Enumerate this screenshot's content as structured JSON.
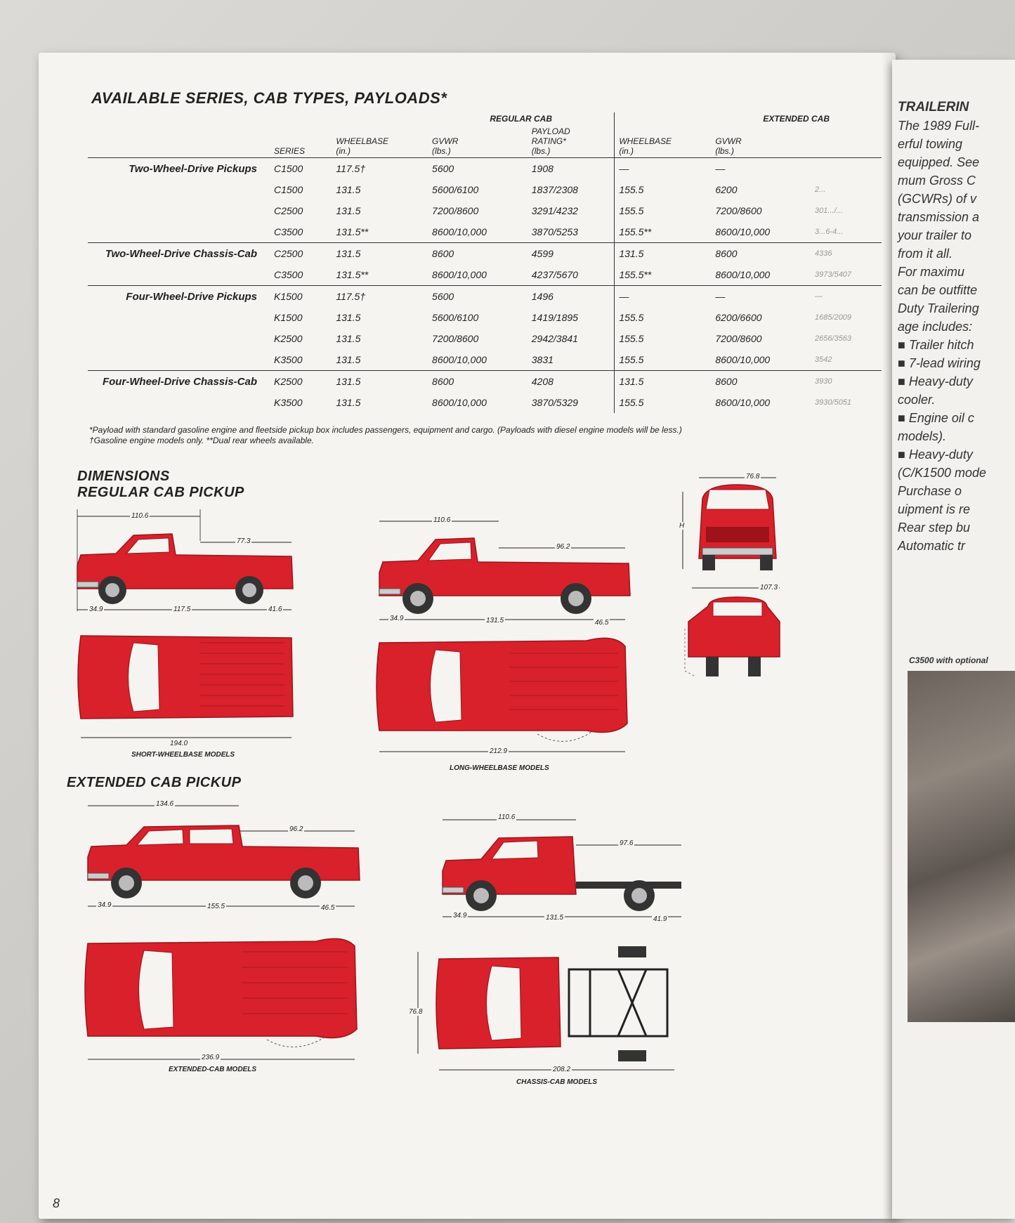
{
  "section_title": "AVAILABLE SERIES, CAB TYPES, PAYLOADS*",
  "headers": {
    "regular_cab": "REGULAR CAB",
    "extended_cab": "EXTENDED CAB",
    "series": "SERIES",
    "wheelbase": "WHEELBASE",
    "wheelbase_unit": "(in.)",
    "gvwr": "GVWR",
    "gvwr_unit": "(lbs.)",
    "payload": "PAYLOAD",
    "payload_rating": "RATING*",
    "payload_unit": "(lbs.)"
  },
  "groups": [
    {
      "name": "Two-Wheel-Drive Pickups",
      "rows": [
        {
          "series": "C1500",
          "wb": "117.5†",
          "gvwr": "5600",
          "payload": "1908",
          "ewb": "—",
          "egvwr": "—",
          "epay": ""
        },
        {
          "series": "C1500",
          "wb": "131.5",
          "gvwr": "5600/6100",
          "payload": "1837/2308",
          "ewb": "155.5",
          "egvwr": "6200",
          "epay": "2..."
        },
        {
          "series": "C2500",
          "wb": "131.5",
          "gvwr": "7200/8600",
          "payload": "3291/4232",
          "ewb": "155.5",
          "egvwr": "7200/8600",
          "epay": "301.../..."
        },
        {
          "series": "C3500",
          "wb": "131.5**",
          "gvwr": "8600/10,000",
          "payload": "3870/5253",
          "ewb": "155.5**",
          "egvwr": "8600/10,000",
          "epay": "3...6-4..."
        }
      ]
    },
    {
      "name": "Two-Wheel-Drive Chassis-Cab",
      "rows": [
        {
          "series": "C2500",
          "wb": "131.5",
          "gvwr": "8600",
          "payload": "4599",
          "ewb": "131.5",
          "egvwr": "8600",
          "epay": "4336"
        },
        {
          "series": "C3500",
          "wb": "131.5**",
          "gvwr": "8600/10,000",
          "payload": "4237/5670",
          "ewb": "155.5**",
          "egvwr": "8600/10,000",
          "epay": "3973/5407"
        }
      ]
    },
    {
      "name": "Four-Wheel-Drive Pickups",
      "rows": [
        {
          "series": "K1500",
          "wb": "117.5†",
          "gvwr": "5600",
          "payload": "1496",
          "ewb": "—",
          "egvwr": "—",
          "epay": "—"
        },
        {
          "series": "K1500",
          "wb": "131.5",
          "gvwr": "5600/6100",
          "payload": "1419/1895",
          "ewb": "155.5",
          "egvwr": "6200/6600",
          "epay": "1685/2009"
        },
        {
          "series": "K2500",
          "wb": "131.5",
          "gvwr": "7200/8600",
          "payload": "2942/3841",
          "ewb": "155.5",
          "egvwr": "7200/8600",
          "epay": "2656/3563"
        },
        {
          "series": "K3500",
          "wb": "131.5",
          "gvwr": "8600/10,000",
          "payload": "3831",
          "ewb": "155.5",
          "egvwr": "8600/10,000",
          "epay": "3542"
        }
      ]
    },
    {
      "name": "Four-Wheel-Drive Chassis-Cab",
      "rows": [
        {
          "series": "K2500",
          "wb": "131.5",
          "gvwr": "8600",
          "payload": "4208",
          "ewb": "131.5",
          "egvwr": "8600",
          "epay": "3930"
        },
        {
          "series": "K3500",
          "wb": "131.5",
          "gvwr": "8600/10,000",
          "payload": "3870/5329",
          "ewb": "155.5",
          "egvwr": "8600/10,000",
          "epay": "3930/5051"
        }
      ]
    }
  ],
  "footnotes": {
    "line1": "*Payload with standard gasoline engine and fleetside pickup box includes passengers, equipment and cargo. (Payloads with diesel engine models will be less.)",
    "line2": "†Gasoline engine models only.   **Dual rear wheels available."
  },
  "dimensions": {
    "title1": "DIMENSIONS",
    "title2": "REGULAR CAB PICKUP",
    "ext_title": "EXTENDED CAB PICKUP",
    "short_wb": {
      "caption": "SHORT-WHEELBASE MODELS",
      "cab": "110.6",
      "box": "77.3",
      "front": "34.9",
      "wb": "117.5",
      "rear": "41.6",
      "overall": "194.0"
    },
    "long_wb": {
      "caption": "LONG-WHEELBASE MODELS",
      "cab": "110.6",
      "box": "96.2",
      "front": "34.9",
      "wb": "131.5",
      "rear": "46.5",
      "overall": "212.9"
    },
    "front_view": {
      "width": "76.8",
      "height": "H"
    },
    "rear_view": {
      "width": "107.3"
    },
    "ext_cab": {
      "caption": "EXTENDED-CAB MODELS",
      "cab": "134.6",
      "box": "96.2",
      "front": "34.9",
      "wb": "155.5",
      "rear": "46.5",
      "overall": "236.9"
    },
    "chassis_cab": {
      "caption": "CHASSIS-CAB MODELS",
      "cab": "110.6",
      "frame": "97.6",
      "front": "34.9",
      "wb": "131.5",
      "rear": "41.9",
      "width": "76.8",
      "overall": "208.2"
    }
  },
  "page_number": "8",
  "next_page": {
    "title": "TRAILERIN",
    "lines": [
      "The 1989 Full-",
      "erful towing",
      "equipped. See",
      "mum Gross C",
      "(GCWRs) of v",
      "transmission a",
      "your trailer to",
      "from it all.",
      "For maximu",
      "can be outfitte",
      "Duty Trailering",
      "age includes:",
      "■ Trailer hitch",
      "■ 7-lead wiring",
      "■ Heavy-duty",
      "cooler.",
      "■ Engine oil c",
      "models).",
      "■ Heavy-duty",
      "(C/K1500 mode",
      "Purchase o",
      "uipment is re",
      "Rear step bu",
      "Automatic tr"
    ],
    "photo_caption": "C3500 with optional"
  },
  "colors": {
    "truck_red": "#d8212b",
    "truck_dark": "#9e1219",
    "ink": "#222222"
  }
}
